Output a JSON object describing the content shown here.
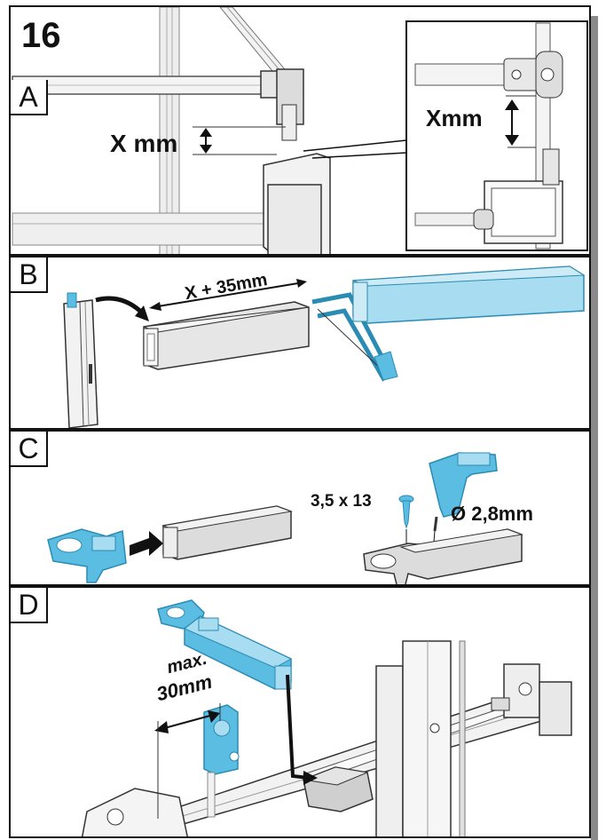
{
  "step_number": "16",
  "panels": {
    "a": {
      "tag": "A",
      "measure_label": "X mm",
      "detail_label": "Xmm"
    },
    "b": {
      "tag": "B",
      "cut_label": "X + 35mm"
    },
    "c": {
      "tag": "C",
      "screw_label": "3,5 x 13",
      "drill_label": "Ø 2,8mm"
    },
    "d": {
      "tag": "D",
      "max_label": "max.",
      "distance_label": "30mm"
    }
  },
  "colors": {
    "accent": "#5bbde2",
    "accent_dark": "#2a8bb3",
    "profile": "#d8d8d8",
    "line": "#111111"
  }
}
